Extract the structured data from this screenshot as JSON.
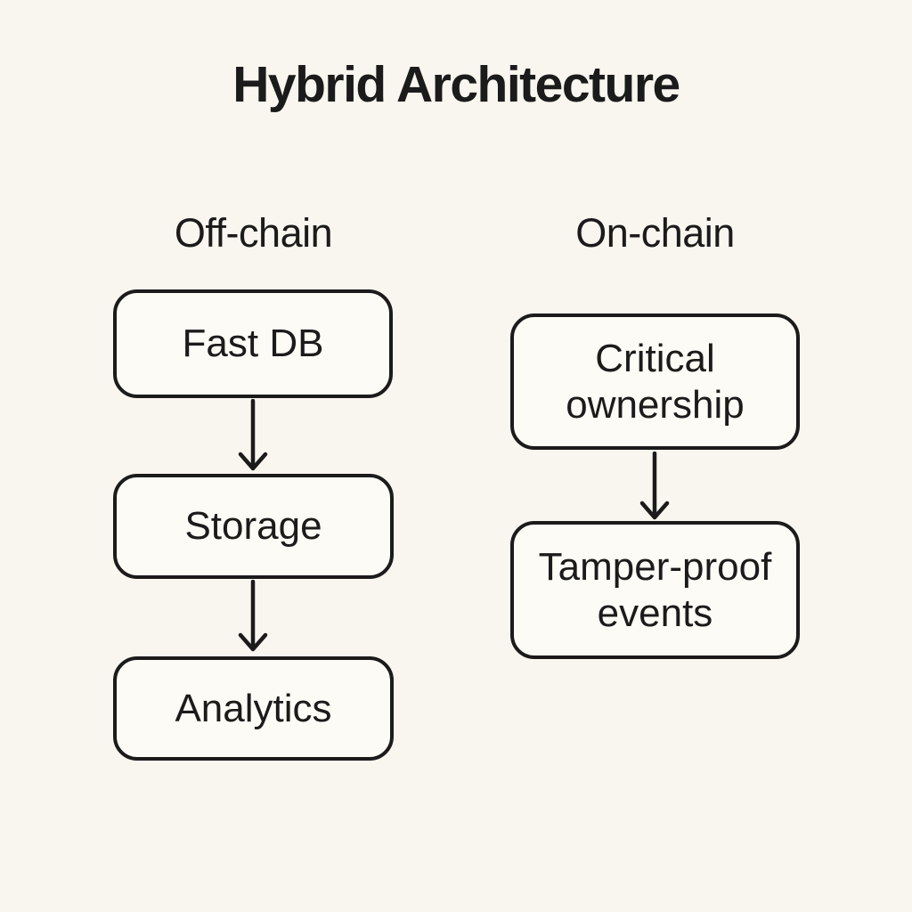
{
  "title": "Hybrid Architecture",
  "colors": {
    "background": "#f9f6ef",
    "box_fill": "#fdfbf5",
    "stroke": "#1b1b1b"
  },
  "diagram": {
    "type": "flowchart",
    "columns": [
      {
        "label": "Off-chain",
        "nodes": [
          {
            "label": "Fast DB"
          },
          {
            "label": "Storage"
          },
          {
            "label": "Analytics"
          }
        ],
        "edges": [
          {
            "from": "Fast DB",
            "to": "Storage"
          },
          {
            "from": "Storage",
            "to": "Analytics"
          }
        ]
      },
      {
        "label": "On-chain",
        "nodes": [
          {
            "label": "Critical ownership"
          },
          {
            "label": "Tamper-proof events"
          }
        ],
        "edges": [
          {
            "from": "Critical ownership",
            "to": "Tamper-proof events"
          }
        ]
      }
    ]
  }
}
